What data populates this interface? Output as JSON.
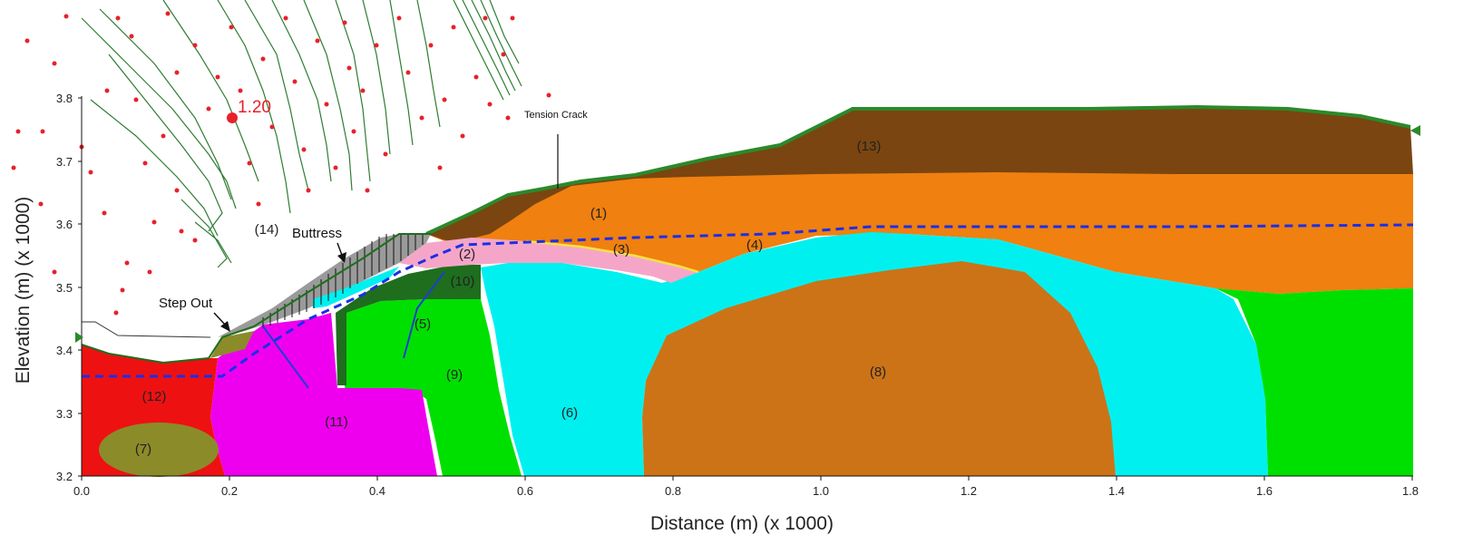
{
  "figure": {
    "x_axis_title": "Distance (m) (x  1000)",
    "y_axis_title": "Elevation (m) (x 1000)",
    "x_ticks": [
      "0.0",
      "0.2",
      "0.4",
      "0.6",
      "0.8",
      "1.0",
      "1.2",
      "1.4",
      "1.6",
      "1.8"
    ],
    "y_ticks": [
      "3.2",
      "3.3",
      "3.4",
      "3.5",
      "3.6",
      "3.7",
      "3.8"
    ],
    "factor_of_safety": "1.20",
    "annotations": {
      "tension_crack": "Tension Crack",
      "buttress": "Buttress",
      "step_out": "Step Out"
    },
    "regions": [
      {
        "id": "1",
        "label": "(1)",
        "color": "#f0800f"
      },
      {
        "id": "2",
        "label": "(2)",
        "color": "#f5a6c8"
      },
      {
        "id": "3",
        "label": "(3)",
        "color": "#f5a6c8"
      },
      {
        "id": "4",
        "label": "(4)",
        "color": "#f0800f"
      },
      {
        "id": "5",
        "label": "(5)",
        "color": "#2a7a2a"
      },
      {
        "id": "6",
        "label": "(6)",
        "color": "#00f0f0"
      },
      {
        "id": "7",
        "label": "(7)",
        "color": "#8b8b2a"
      },
      {
        "id": "8",
        "label": "(8)",
        "color": "#cc7317"
      },
      {
        "id": "9",
        "label": "(9)",
        "color": "#00e000"
      },
      {
        "id": "10",
        "label": "(10)",
        "color": "#1e6e1e"
      },
      {
        "id": "11",
        "label": "(11)",
        "color": "#ee00ee"
      },
      {
        "id": "12",
        "label": "(12)",
        "color": "#ee1111"
      },
      {
        "id": "13",
        "label": "(13)",
        "color": "#7a4510"
      },
      {
        "id": "14",
        "label": "(14)",
        "color": "#ffffff"
      }
    ],
    "colors": {
      "water_table": "#1c2ee8",
      "contour": "#2e7d32",
      "grid_point": "#e8202a",
      "slip_line": "#1c3fd0",
      "weak_layer": "#f5e14a"
    }
  }
}
